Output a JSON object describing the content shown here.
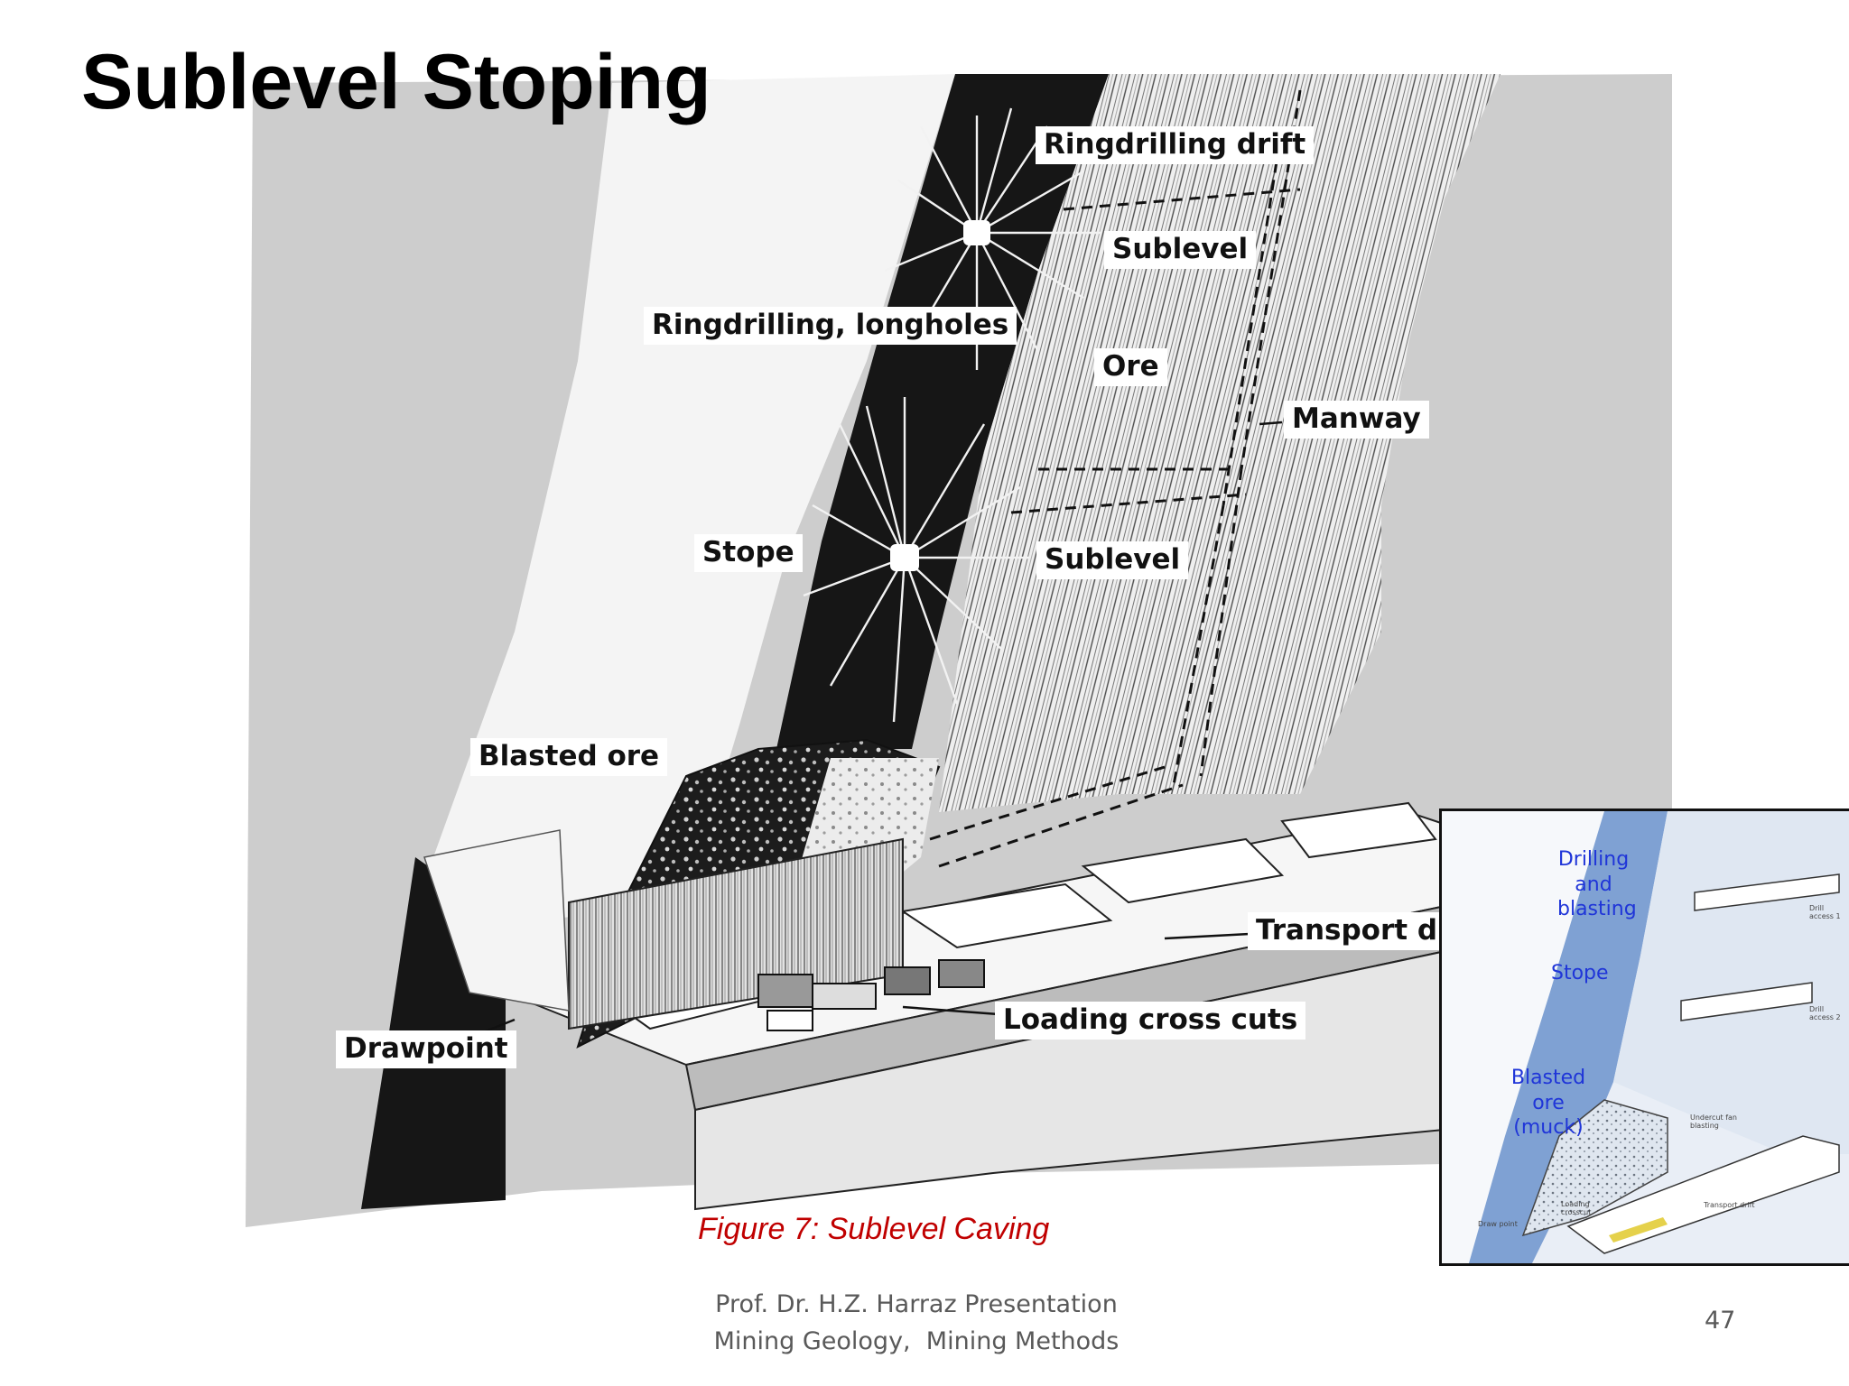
{
  "slide": {
    "title": "Sublevel Stoping",
    "caption": "Figure 7: Sublevel Caving",
    "footer_line1": "Prof. Dr. H.Z. Harraz Presentation",
    "footer_line2": "Mining Geology,  Mining Methods",
    "page_number": "47"
  },
  "main_figure": {
    "labels": {
      "ringdrilling_drift": "Ringdrilling drift",
      "sublevel_top": "Sublevel",
      "ringdrilling_longholes": "Ringdrilling, longholes",
      "ore": "Ore",
      "manway": "Manway",
      "stope": "Stope",
      "sublevel_lower": "Sublevel",
      "blasted_ore": "Blasted ore",
      "transport": "Transport d",
      "loading_cross_cuts": "Loading cross cuts",
      "drawpoint": "Drawpoint"
    }
  },
  "inset_figure": {
    "labels": {
      "drilling_line1": "Drilling",
      "drilling_line2": "and",
      "drilling_line3": "blasting",
      "stope": "Stope",
      "blasted_line1": "Blasted ore",
      "blasted_line2": "(muck)",
      "drill_access_1_line1": "Drill",
      "drill_access_1_line2": "access 1",
      "drill_access_2_line1": "Drill",
      "drill_access_2_line2": "access 2",
      "undercut_line1": "Undercut fan",
      "undercut_line2": "blasting",
      "transport_drift": "Transport drift",
      "loading_line1": "Loading",
      "loading_line2": "crosscut",
      "draw_point": "Draw point"
    }
  },
  "colors": {
    "caption": "#c00000",
    "footer": "#595959",
    "inset_label": "#1f35d8"
  }
}
